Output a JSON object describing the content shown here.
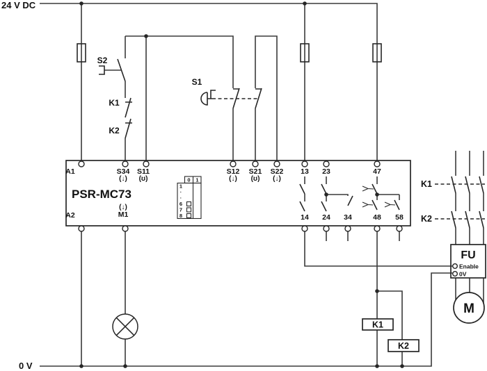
{
  "colors": {
    "background": "#ffffff",
    "wire": "#3a3a3a",
    "text": "#111111"
  },
  "rails": {
    "top": "24 V DC",
    "bottom": "0 V"
  },
  "input_circuit": {
    "s2_label": "S2",
    "k1_nc_label": "K1",
    "k2_nc_label": "K2",
    "s1_label": "S1"
  },
  "device": {
    "name": "PSR-MC73",
    "top_terminals": [
      {
        "id": "A1",
        "symbol": ""
      },
      {
        "id": "S34",
        "symbol": "(↓)"
      },
      {
        "id": "S11",
        "symbol": "(ʊ)"
      },
      {
        "id": "S12",
        "symbol": "(↓)"
      },
      {
        "id": "S21",
        "symbol": "(ʊ)"
      },
      {
        "id": "S22",
        "symbol": "(↓)"
      },
      {
        "id": "13",
        "symbol": ""
      },
      {
        "id": "23",
        "symbol": ""
      },
      {
        "id": "47",
        "symbol": ""
      }
    ],
    "bottom_terminals": [
      {
        "id": "A2",
        "symbol": ""
      },
      {
        "id": "M1",
        "symbol": "(↓)"
      },
      {
        "id": "14",
        "symbol": ""
      },
      {
        "id": "24",
        "symbol": ""
      },
      {
        "id": "34",
        "symbol": ""
      },
      {
        "id": "48",
        "symbol": ""
      },
      {
        "id": "58",
        "symbol": ""
      }
    ],
    "dip_switch": {
      "columns": [
        "0",
        "1"
      ],
      "rows": [
        "1",
        "·",
        "·",
        "6",
        "7",
        "8"
      ],
      "boxes_in_col0_rows": [
        "6",
        "7",
        "8"
      ]
    }
  },
  "output_circuit": {
    "k1_contact_label": "K1",
    "k2_contact_label": "K2",
    "k1_coil_label": "K1",
    "k2_coil_label": "K2",
    "fu": {
      "label": "FU",
      "enable": "Enable",
      "zero_v": "0V"
    },
    "motor_label": "M"
  }
}
